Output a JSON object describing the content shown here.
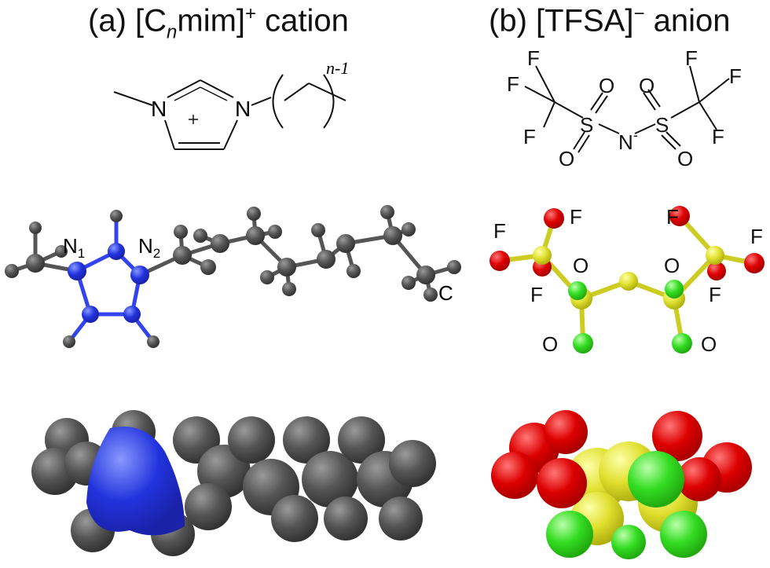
{
  "panel_a": {
    "label": "(a)",
    "title_open": "[C",
    "title_sub": "n",
    "title_mid": "mim]",
    "title_sup": "+",
    "title_tail": " cation",
    "structure": {
      "atom_n": "N",
      "charge": "+",
      "repeat_label": "n-1"
    },
    "ballstick": {
      "n1": "N",
      "n1_sub": "1",
      "n2": "N",
      "n2_sub": "2",
      "c_label": "C"
    },
    "colors": {
      "nitrogen": "#3344ee",
      "carbon": "#4d4d4d",
      "bond": "#555555"
    }
  },
  "panel_b": {
    "label": "(b)",
    "title_open": "[TFSA]",
    "title_sup": "−",
    "title_tail": " anion",
    "structure": {
      "f": "F",
      "s": "S",
      "o": "O",
      "n": "N",
      "n_charge": "-"
    },
    "ballstick": {
      "f": "F",
      "o": "O"
    },
    "colors": {
      "fluorine": "#dd1111",
      "sulfur": "#dddd22",
      "oxygen": "#33dd22"
    }
  }
}
